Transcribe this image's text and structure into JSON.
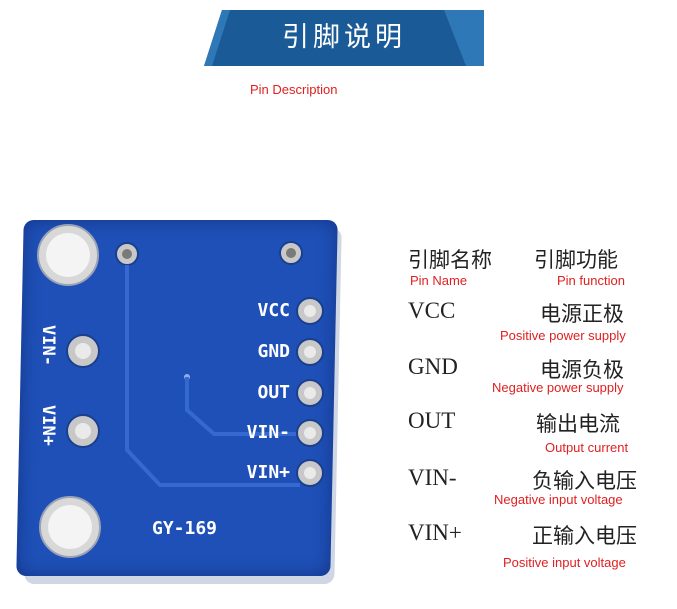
{
  "header": {
    "title": "引脚说明",
    "subtitle": "Pin Description"
  },
  "colors": {
    "banner": "#1a5a96",
    "board": "#1e50b8",
    "accent_red": "#e02020"
  },
  "board": {
    "name": "GY-169",
    "right_pins": [
      "VCC",
      "GND",
      "OUT",
      "VIN-",
      "VIN+"
    ],
    "left_pins": [
      "VIN-",
      "VIN+"
    ]
  },
  "table": {
    "head_name_cn": "引脚名称",
    "head_name_en": "Pin Name",
    "head_func_cn": "引脚功能",
    "head_func_en": "Pin function",
    "rows": [
      {
        "name": "VCC",
        "fn_cn": "电源正极",
        "fn_en": "Positive power supply"
      },
      {
        "name": "GND",
        "fn_cn": "电源负极",
        "fn_en": "Negative power supply"
      },
      {
        "name": "OUT",
        "fn_cn": "输出电流",
        "fn_en": "Output current"
      },
      {
        "name": "VIN-",
        "fn_cn": "负输入电压",
        "fn_en": "Negative input voltage"
      },
      {
        "name": "VIN+",
        "fn_cn": "正输入电压",
        "fn_en": "Positive input voltage"
      }
    ]
  }
}
